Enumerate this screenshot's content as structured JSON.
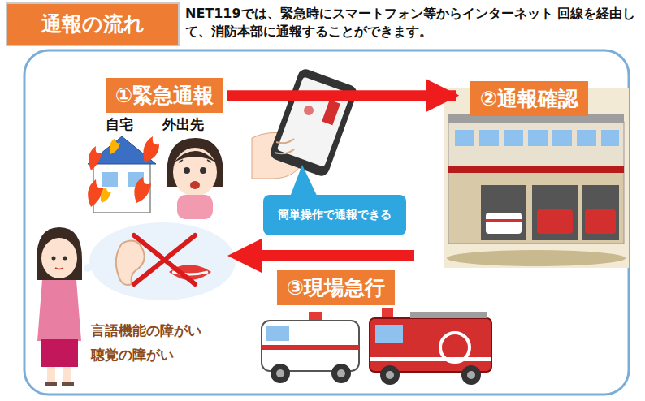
{
  "diagram": {
    "title": "通報の流れ",
    "caption": "NET119では、緊急時にスマートフォン等からインターネット 回線を経由して、消防本部に通報することができます。",
    "nodes": [
      {
        "text": [
          "①緊急通報"
        ]
      },
      {
        "text": [
          "②通報確認"
        ]
      },
      {
        "text": [
          "簡単操作で通報できる"
        ]
      },
      {
        "text": [
          "③現場急行"
        ]
      }
    ],
    "edges": [
      {
        "from": 0,
        "to": 1,
        "arrow": "to"
      }
    ],
    "labels": [
      "自宅",
      "外出先",
      "言語機能の障がい",
      "聴覚の障がい"
    ]
  }
}
